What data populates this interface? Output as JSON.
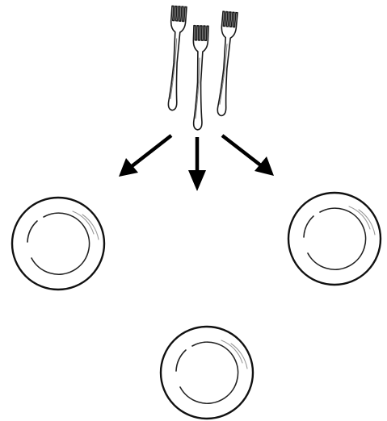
{
  "scene": {
    "forks": {
      "count": 3,
      "icon": "fork-icon"
    },
    "arrows": {
      "count": 3,
      "icon": "arrow-icon",
      "color": "#000000"
    },
    "plates": {
      "count": 3,
      "icon": "plate-icon"
    }
  }
}
